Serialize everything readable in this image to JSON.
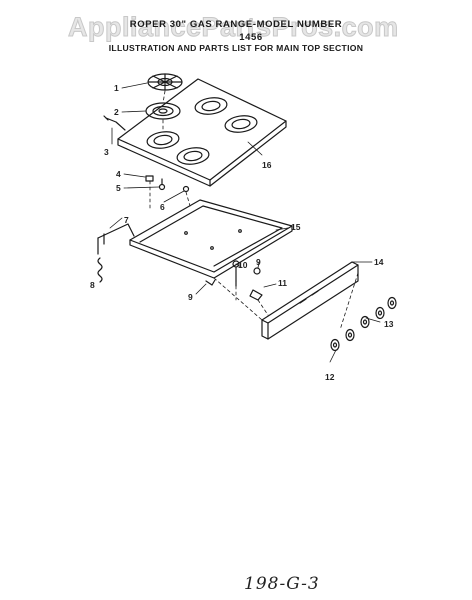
{
  "watermark": "AppliancePartsPros.com",
  "header": {
    "line1": "ROPER 30\" GAS RANGE-MODEL NUMBER",
    "line2": "1456",
    "line3": "ILLUSTRATION AND PARTS LIST FOR MAIN TOP SECTION"
  },
  "callouts": {
    "c1": "1",
    "c2": "2",
    "c3": "3",
    "c4": "4",
    "c5": "5",
    "c6": "6",
    "c7": "7",
    "c8": "8",
    "c9a": "9",
    "c9b": "9",
    "c10": "10",
    "c11": "11",
    "c12": "12",
    "c13": "13",
    "c14": "14",
    "c15": "15",
    "c16": "16"
  },
  "footer_note": "198-G-3"
}
